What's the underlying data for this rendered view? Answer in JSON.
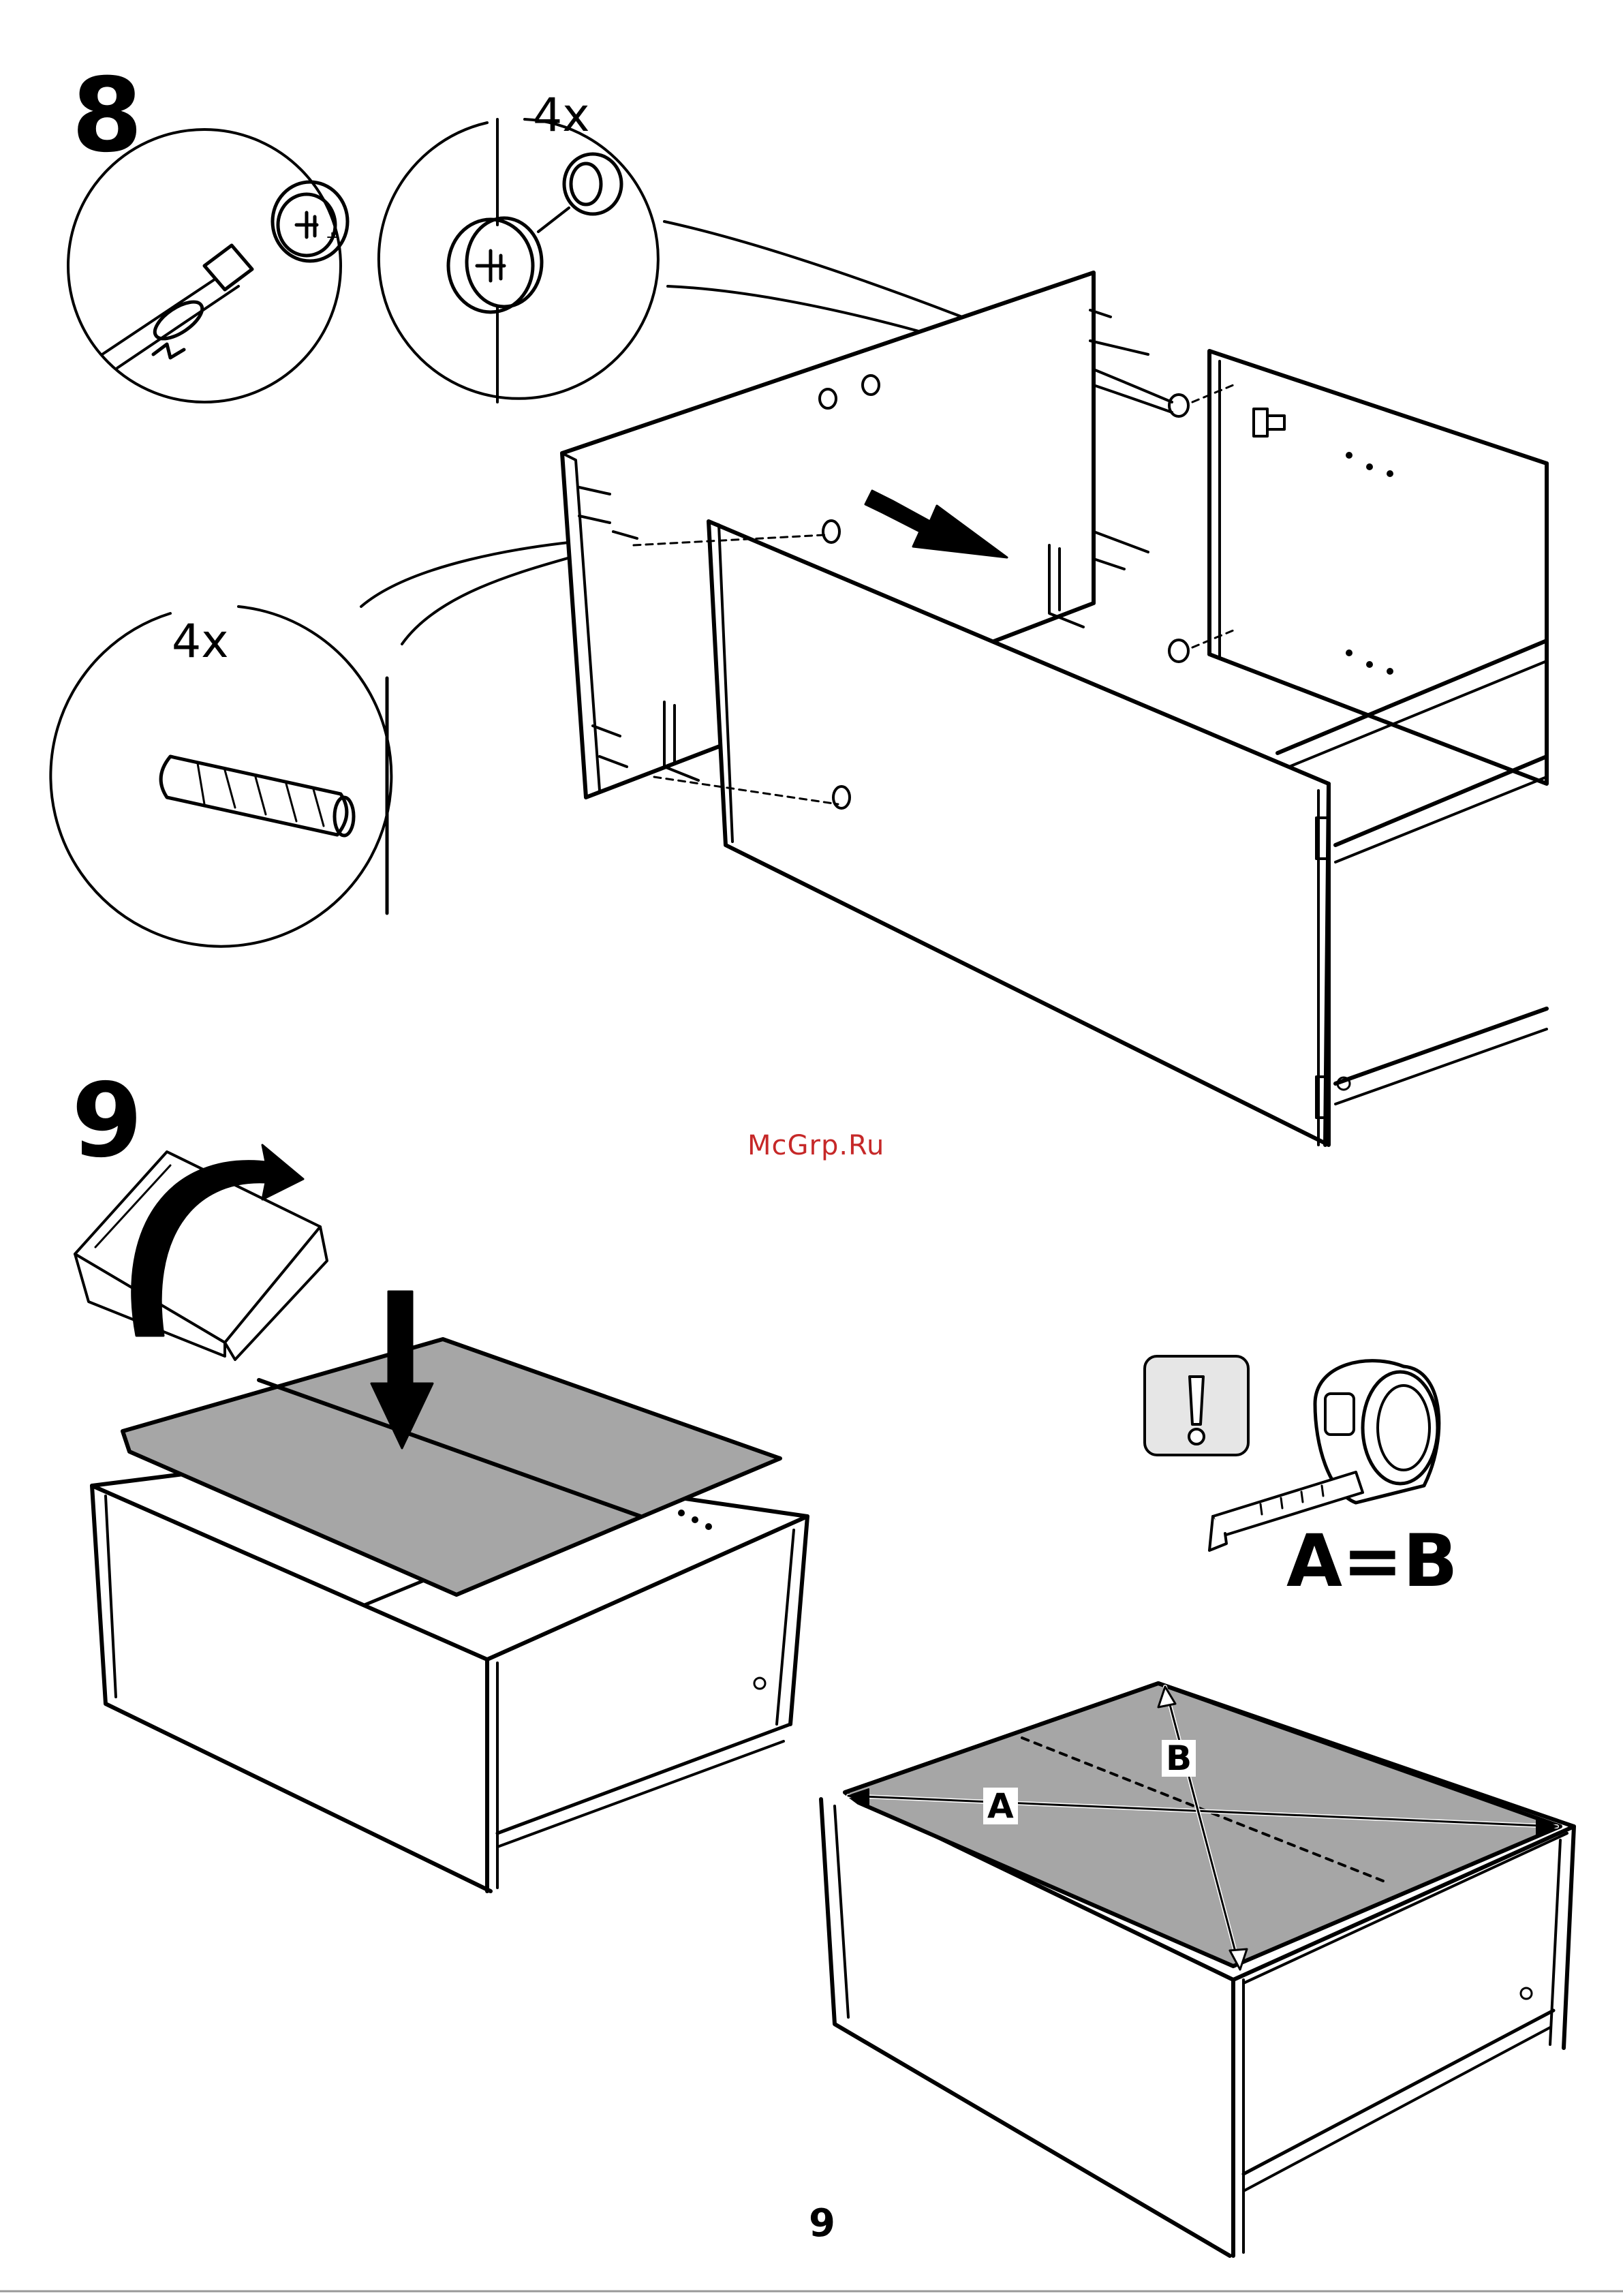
{
  "steps": [
    {
      "number": "8",
      "callouts": [
        {
          "qty": "4x"
        },
        {
          "qty": "4x"
        }
      ]
    },
    {
      "number": "9",
      "check": {
        "equation": "A=B",
        "label_a": "A",
        "label_b": "B"
      }
    }
  ],
  "watermark": "McGrp.Ru",
  "page_number": "9",
  "icons": [
    "screwdriver-icon",
    "cam-lock-icon",
    "wooden-dowel-icon",
    "push-arrow-icon",
    "rotate-arrow-icon",
    "down-arrow-icon",
    "exclamation-icon",
    "tape-measure-icon"
  ],
  "colors": {
    "line": "#000000",
    "panel_fill": "#a6a6a6",
    "watermark": "#c62828",
    "badge_fill": "#e6e6e6"
  }
}
